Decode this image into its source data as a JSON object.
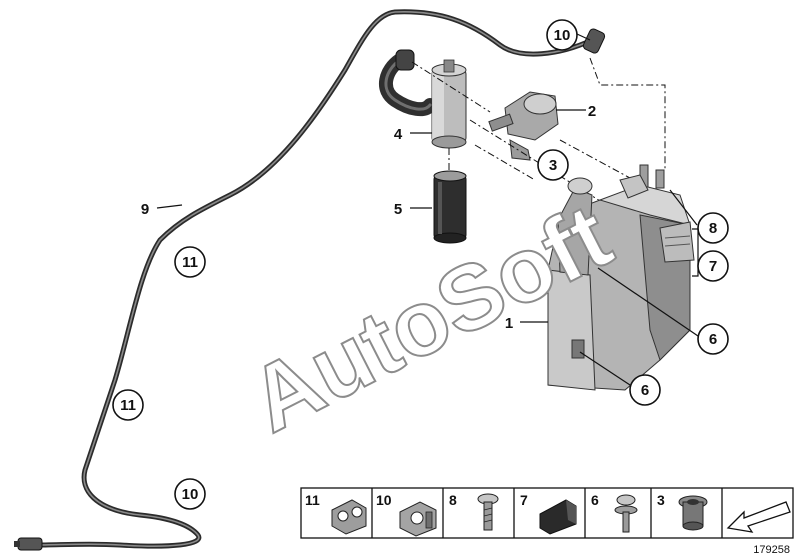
{
  "callouts": {
    "c10_top": "10",
    "c2": "2",
    "c4": "4",
    "c3": "3",
    "c5": "5",
    "c9": "9",
    "c11_a": "11",
    "c8": "8",
    "c7": "7",
    "c1": "1",
    "c6_a": "6",
    "c6_b": "6",
    "c11_b": "11",
    "c10_bottom": "10"
  },
  "watermark": "AutoSoft",
  "parts_strip": [
    "11",
    "10",
    "8",
    "7",
    "6",
    "3"
  ],
  "image_id": "179258",
  "colors": {
    "line": "#111111",
    "hose": "#2b2b2b",
    "part_fill": "#b8b8b8",
    "part_shadow": "#7d7d7d",
    "watermark_outline": "#8c8c8c"
  },
  "icons": {
    "strip_item_11": "double-hose-clip",
    "strip_item_10": "hose-clip",
    "strip_item_8": "bolt",
    "strip_item_7": "rubber-pad",
    "strip_item_6": "screw-with-washer",
    "strip_item_3": "grommet",
    "strip_end": "arrow-icon"
  }
}
